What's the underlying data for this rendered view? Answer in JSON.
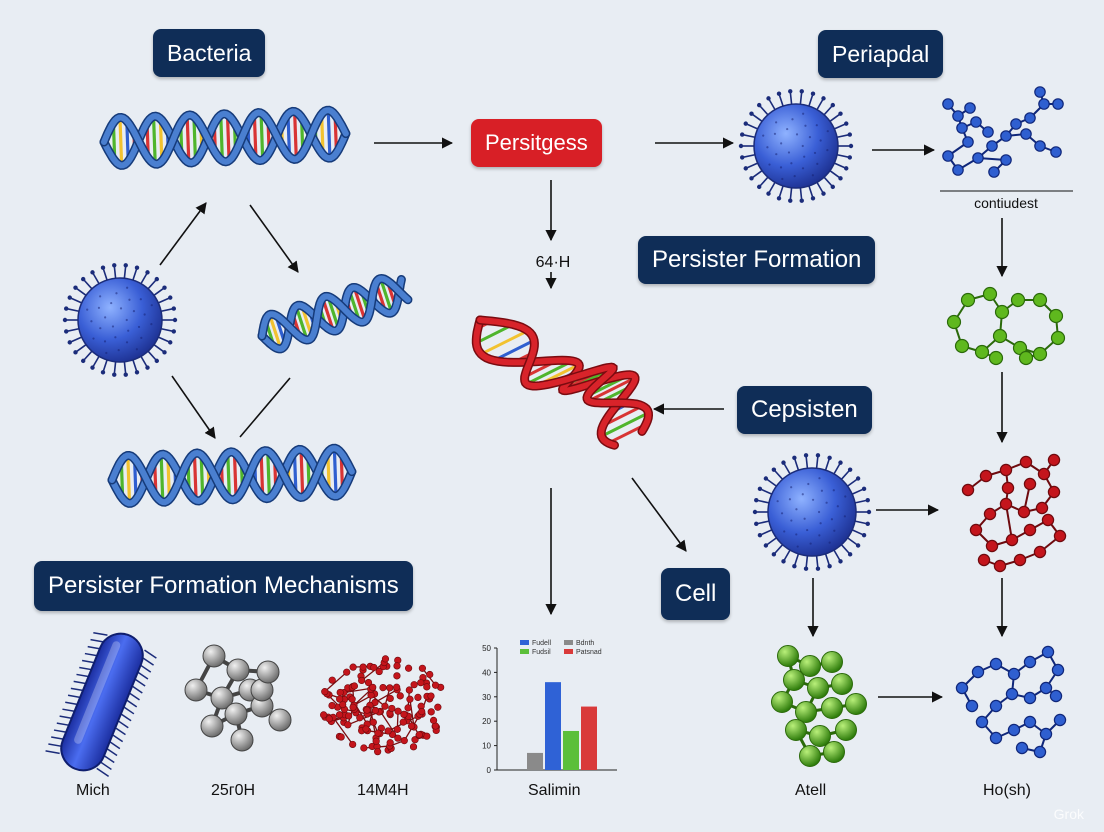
{
  "labels": {
    "bacteria": "Bacteria",
    "periapdal": "Periapdal",
    "persitgess": "Persitgess",
    "persister_formation": "Persister Formation",
    "cepsisten": "Cepsisten",
    "cell": "Cell",
    "mechanisms": "Persister Formation Mechanisms"
  },
  "annotations": {
    "contiudest": "contiudest",
    "h64": "64·H"
  },
  "captions": {
    "mich": "Mich",
    "c25": "25г0H",
    "c14": "14M4H",
    "salmin": "Salimin",
    "atell": "Atell",
    "hosh": "Ho(sh)"
  },
  "watermark": "Grok",
  "colors": {
    "label_bg": "#0f2d57",
    "accent_red": "#d81f26",
    "dna_blue": "#4a7fd0",
    "cell_blue": "#2e55c8",
    "molecule_blue": "#2f5fd0",
    "molecule_green": "#5fb81e",
    "molecule_red": "#c4151c",
    "molecule_gray": "#9a9a9a"
  },
  "chart_data": {
    "type": "bar",
    "title": "",
    "xlabel": "Salimin",
    "ylabel": "",
    "ylim": [
      0,
      50
    ],
    "yticks": [
      0,
      10,
      20,
      30,
      40,
      50
    ],
    "legend": [
      "Fudell",
      "Bdnth",
      "Fudsil",
      "Patsnad"
    ],
    "legend_placement": "top",
    "bars": [
      {
        "value": 7,
        "color": "#8a8a8a"
      },
      {
        "value": 36,
        "color": "#2f62d6"
      },
      {
        "value": 16,
        "color": "#5bbf3a"
      },
      {
        "value": 26,
        "color": "#d93a3a"
      }
    ],
    "legend_colors": [
      "#2f62d6",
      "#8a8a8a",
      "#5bbf3a",
      "#d93a3a"
    ]
  }
}
